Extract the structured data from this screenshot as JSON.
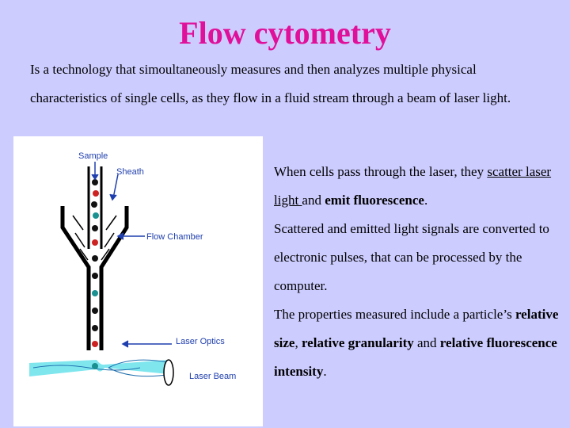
{
  "slide": {
    "title": "Flow cytometry",
    "intro": "Is a technology that simoultaneously measures and then analyzes multiple physical characteristics of single cells, as they flow in a fluid stream through a beam of laser light.",
    "text": {
      "p1_a": "When cells pass through the laser, they ",
      "p1_scatter": "scatter laser light ",
      "p1_and": "and ",
      "p1_emit": "emit fluorescence",
      "p1_end": ".",
      "p2": "Scattered and emitted light signals are converted to electronic pulses, that can be processed by the computer.",
      "p3_a": "The properties measured include a particle’s ",
      "p3_size": "relative size",
      "p3_comma": ", ",
      "p3_gran": "relative granularity",
      "p3_and": " and ",
      "p3_fluor": "relative fluorescence intensity",
      "p3_end": "."
    }
  },
  "diagram": {
    "labels": {
      "sample": "Sample",
      "sheath": "Sheath",
      "flow_chamber": "Flow Chamber",
      "laser_optics": "Laser Optics",
      "laser_beam": "Laser Beam"
    },
    "colors": {
      "label": "#1f3fae",
      "beam": "#7fe6ee",
      "cell_black": "#111111",
      "cell_red": "#cc2222",
      "cell_teal": "#1a9090"
    }
  }
}
